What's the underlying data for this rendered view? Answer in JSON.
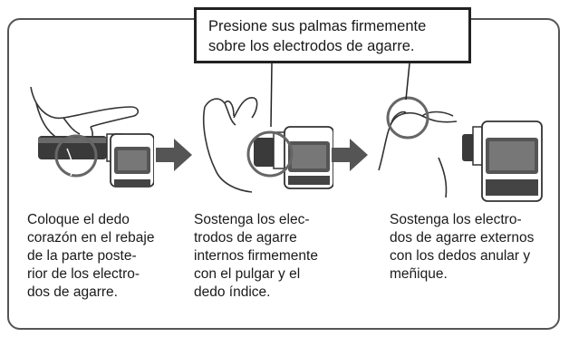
{
  "callout": {
    "lines": [
      "Presione sus palmas firmemente",
      "sobre los electrodos de agarre."
    ]
  },
  "steps": [
    {
      "lines": [
        "Coloque el dedo",
        "corazón en el rebaje",
        "de la parte poste-",
        "rior de los electro-",
        "dos de agarre."
      ]
    },
    {
      "lines": [
        "Sostenga los elec-",
        "trodos de agarre",
        "internos firmemente",
        "con el pulgar y el",
        "dedo índice."
      ]
    },
    {
      "lines": [
        "Sostenga los electro-",
        "dos de agarre externos",
        "con los dedos anular y",
        "meñique."
      ]
    }
  ],
  "icons": [
    "hand-grip-illustration",
    "highlight-circle-icon",
    "arrow-right-icon",
    "device-body-illustration"
  ],
  "colors": {
    "frame": "#555555",
    "arrow": "#555555",
    "device": "#3a3a3a",
    "highlight_circle": "#666666"
  }
}
